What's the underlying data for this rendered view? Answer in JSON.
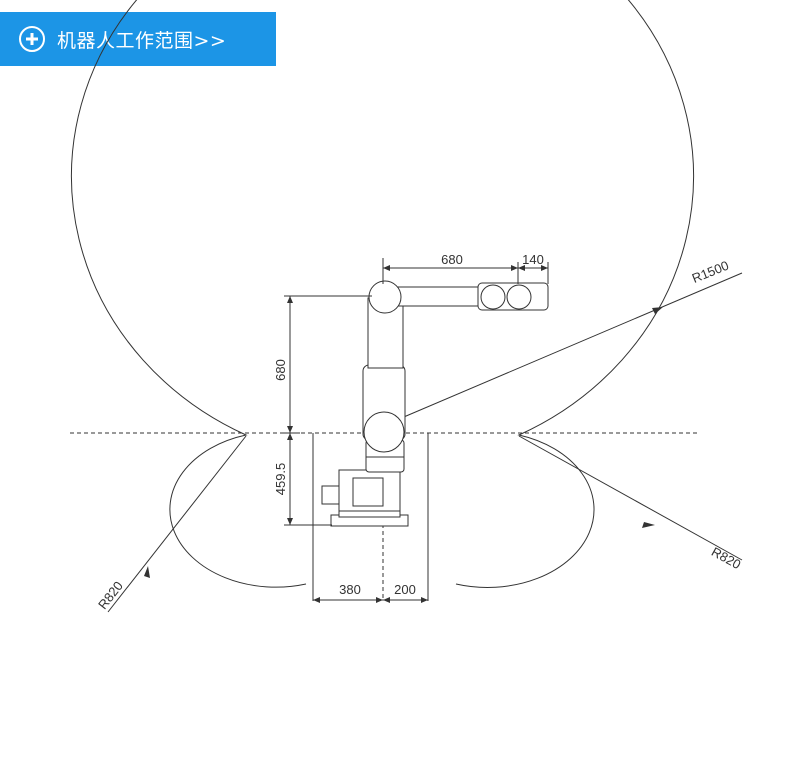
{
  "header": {
    "icon": "plus-circle-icon",
    "title": "机器人工作范围>>",
    "background_color": "#1c95e6"
  },
  "drawing": {
    "line_color": "#333333",
    "dimensions": {
      "arm_upper_length": "680",
      "arm_end_offset": "140",
      "arm_vertical_length": "680",
      "base_height": "459.5",
      "base_rear": "380",
      "base_front": "200",
      "reach_radius": "R1500",
      "radius_left": "R820",
      "radius_right": "R820"
    }
  }
}
